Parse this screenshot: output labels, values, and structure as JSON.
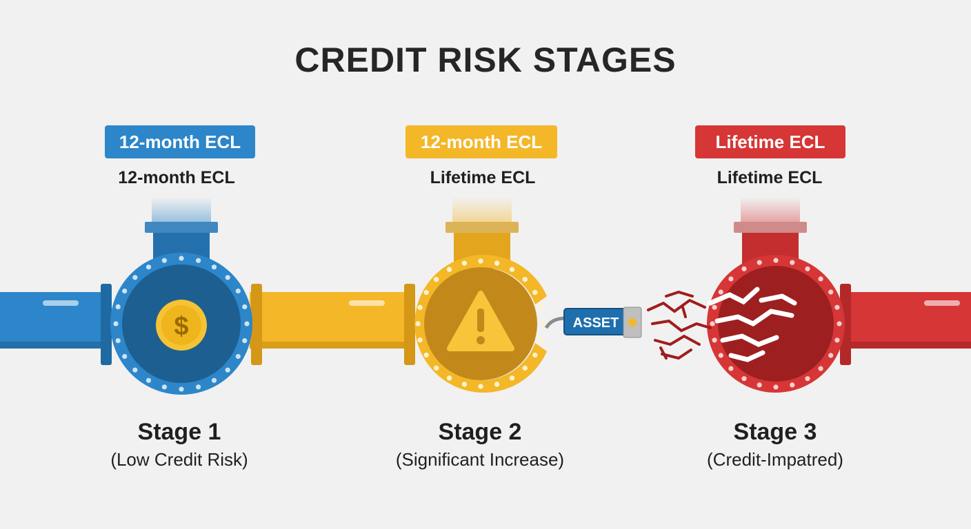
{
  "title": "CREDIT RISK STAGES",
  "stages": [
    {
      "badge": "12-month ECL",
      "sublabel": "12-month ECL",
      "name": "Stage 1",
      "description": "(Low Credit Risk)",
      "icon": "dollar-coin-icon",
      "color": "#2d86c9"
    },
    {
      "badge": "12-month ECL",
      "sublabel": "Lifetime ECL",
      "name": "Stage 2",
      "description": "(Significant Increase)",
      "icon": "warning-triangle-icon",
      "color": "#f4b728"
    },
    {
      "badge": "Lifetime ECL",
      "sublabel": "Lifetime ECL",
      "name": "Stage 3",
      "description": "(Credit-Impatred)",
      "icon": "cracks-icon",
      "color": "#d63636"
    }
  ],
  "asset_tag": "ASSET"
}
